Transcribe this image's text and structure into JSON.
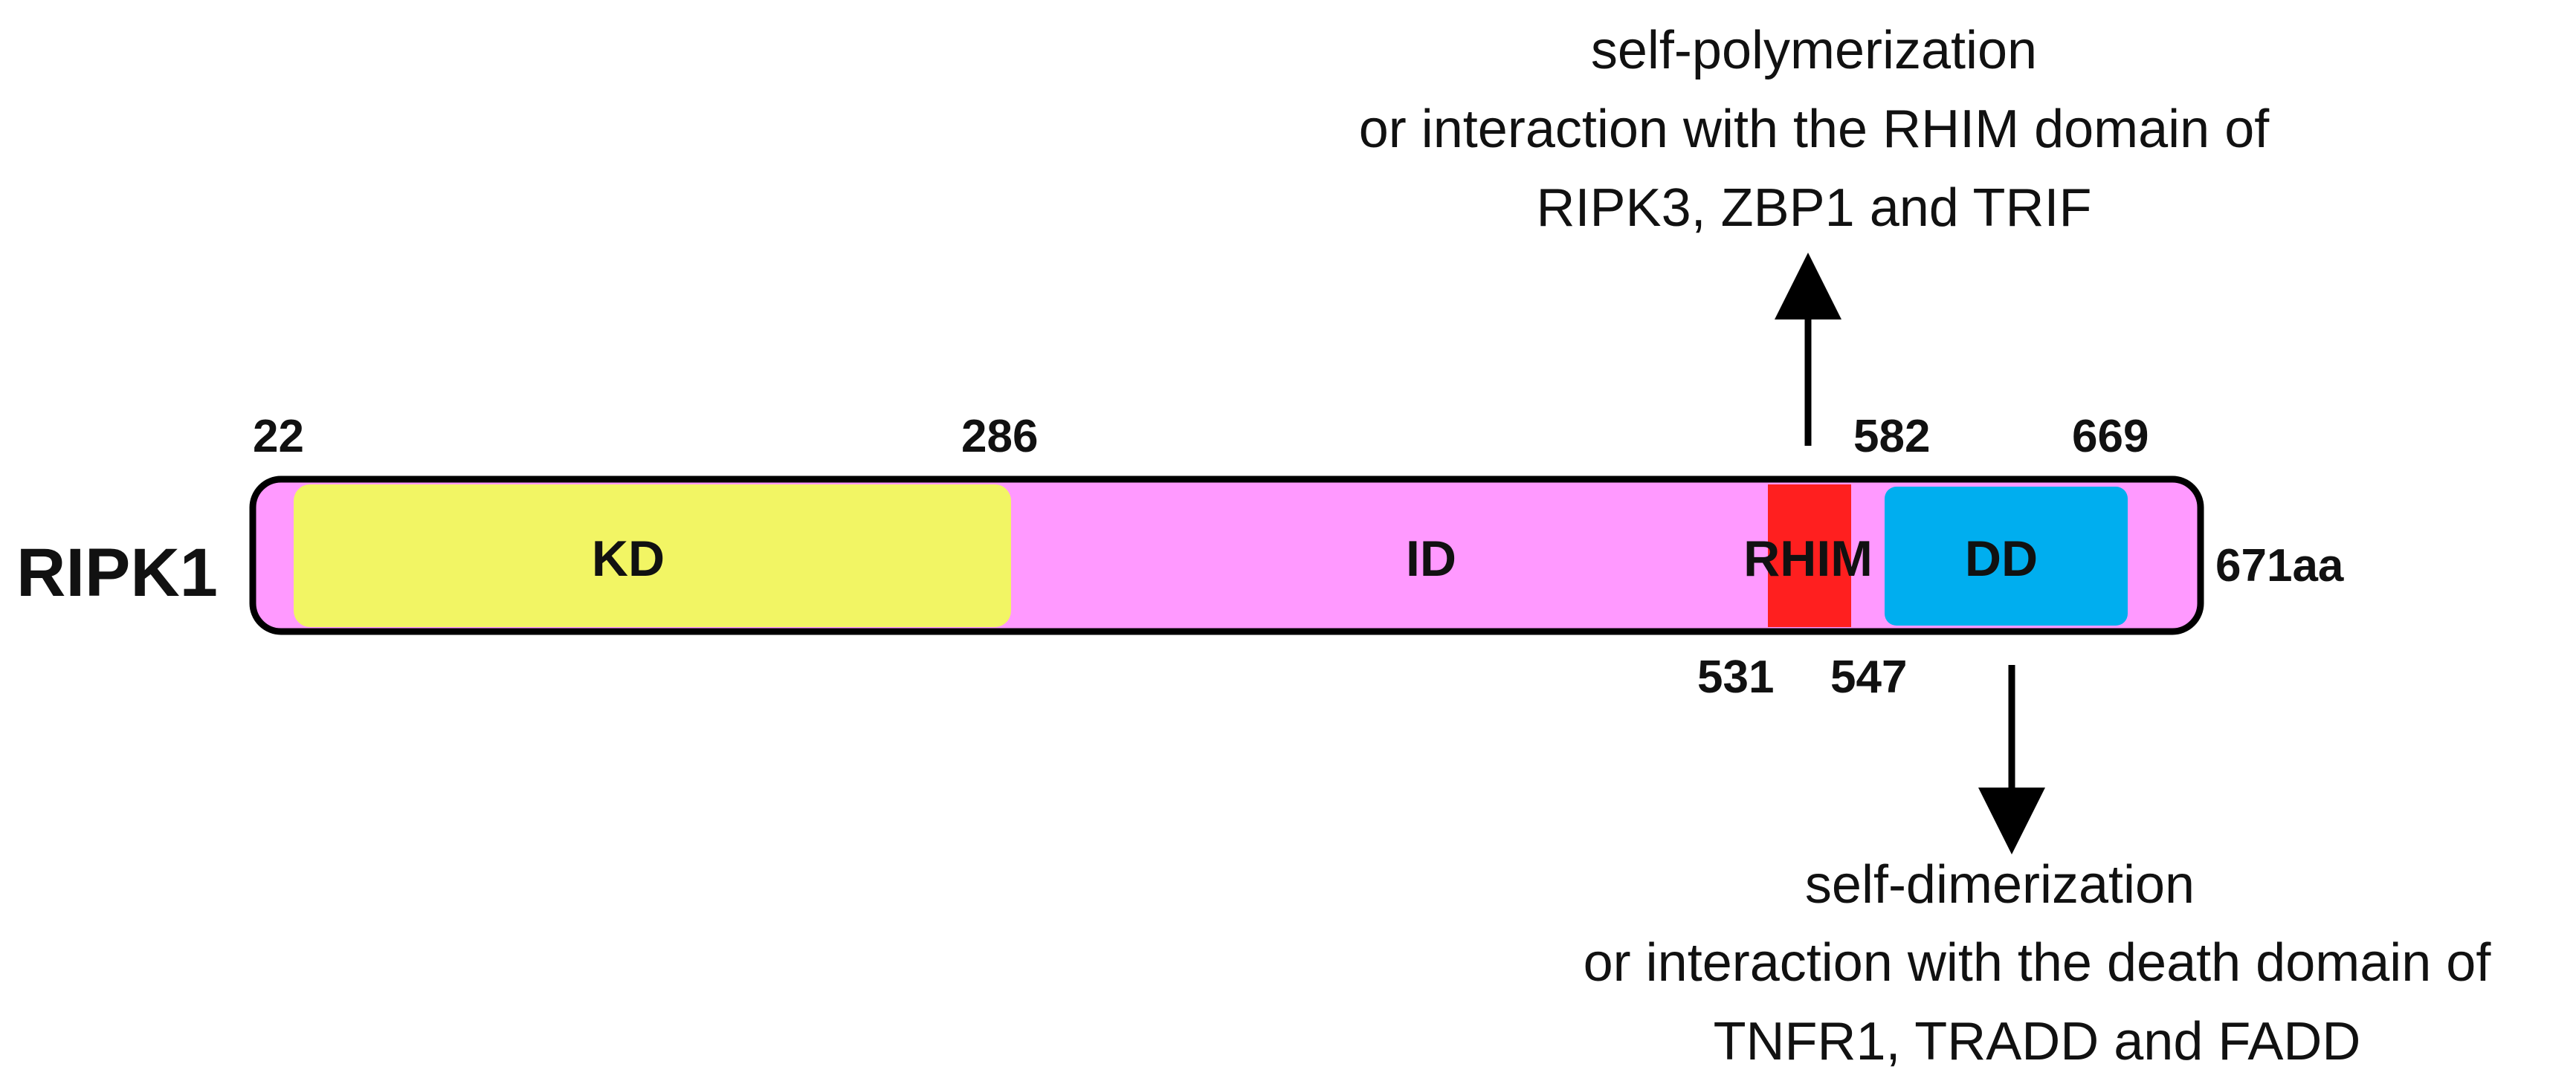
{
  "protein": {
    "name": "RIPK1",
    "length_label": "671aa",
    "length": 671
  },
  "domains": [
    {
      "label": "KD",
      "start": 22,
      "end": 286,
      "color": "#f2f564"
    },
    {
      "label": "ID",
      "start": 286,
      "end": 531,
      "color": "#ff99ff"
    },
    {
      "label": "RHIM",
      "start": 531,
      "end": 547,
      "color": "#ff1f1f"
    },
    {
      "label": "DD",
      "start": 582,
      "end": 669,
      "color": "#00aeef"
    }
  ],
  "colors": {
    "backbone": "#ff99ff",
    "outline": "#000000"
  },
  "positions": {
    "top": [
      "22",
      "286",
      "582",
      "669"
    ],
    "bottom": [
      "531",
      "547"
    ]
  },
  "annotations": {
    "rhim": [
      "self-polymerization",
      "or interaction with the RHIM domain of",
      "RIPK3, ZBP1 and TRIF"
    ],
    "dd": [
      "self-dimerization",
      "or interaction with the death domain of",
      "TNFR1, TRADD and FADD"
    ]
  }
}
